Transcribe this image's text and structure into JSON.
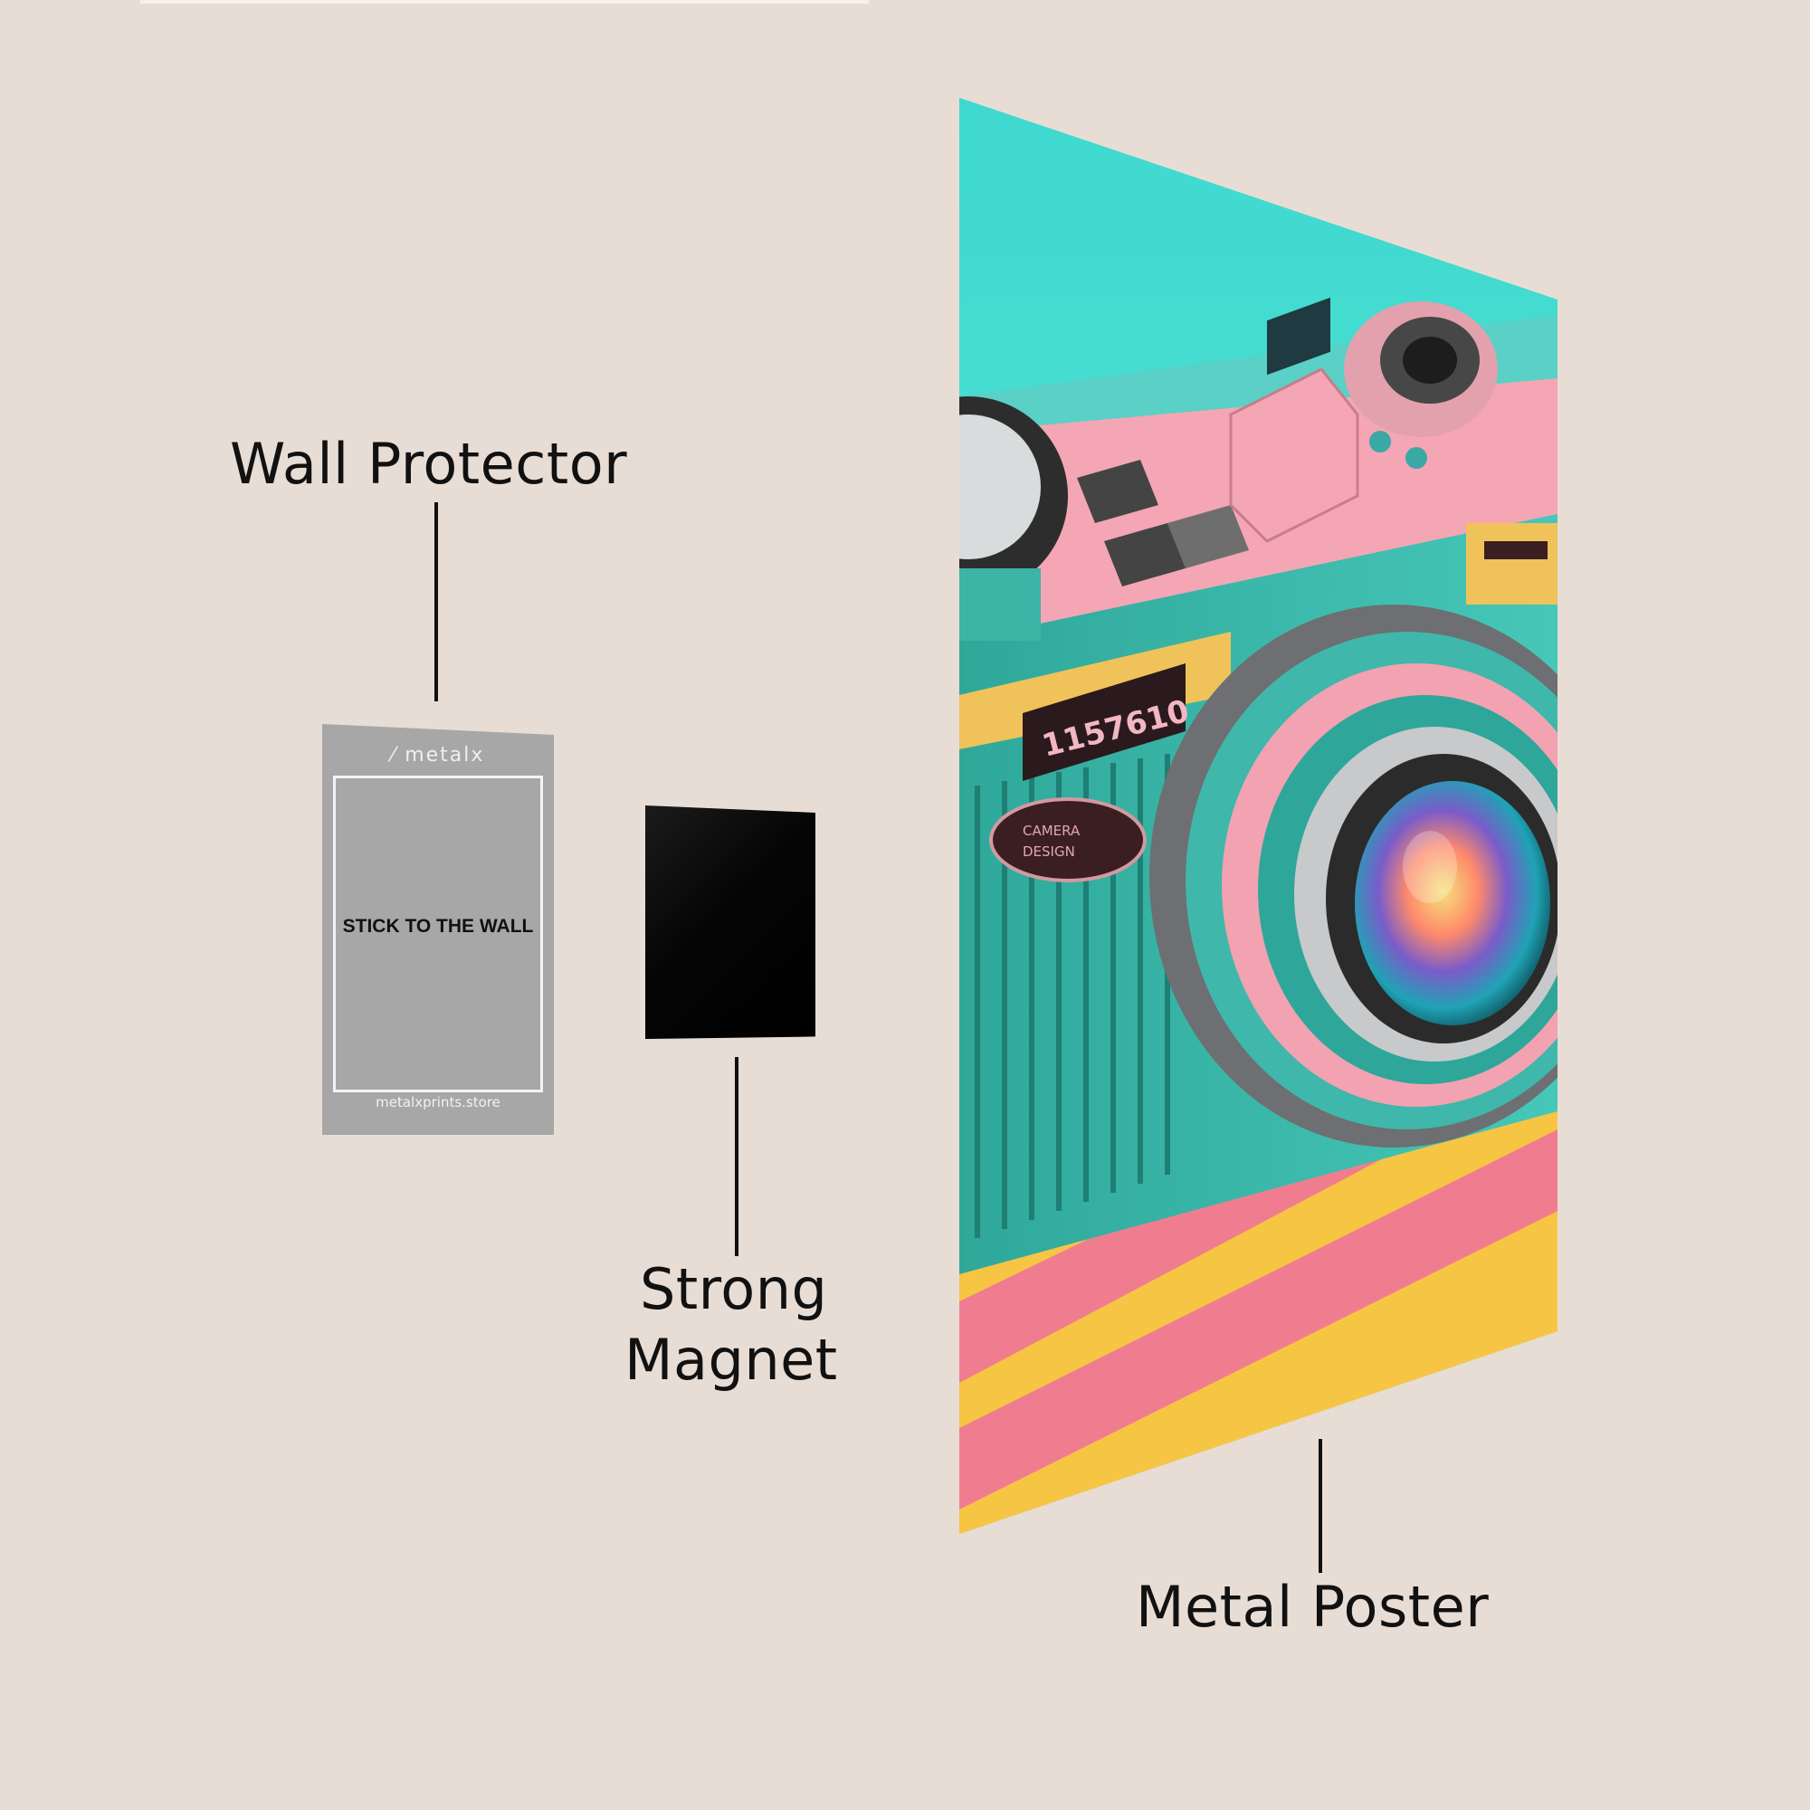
{
  "labels": {
    "wall_protector": "Wall Protector",
    "strong_magnet_line1": "Strong",
    "strong_magnet_line2": "Magnet",
    "metal_poster": "Metal Poster"
  },
  "protector_card": {
    "brand": "metalx",
    "instruction": "STICK TO THE WALL",
    "url": "metalxprints.store"
  },
  "poster_print": {
    "camera_counter": "1157610",
    "badge_line1": "CAMERA",
    "badge_line2": "DESIGN"
  },
  "colors": {
    "background": "#e8ddd5",
    "protector": "#a7a7a7",
    "magnet": "#000000",
    "poster_teal": "#3ed7cc",
    "poster_pink": "#f4a6b4",
    "poster_yellow": "#f7c544"
  },
  "icons": {
    "brand_logo": "metalx-logo-icon"
  }
}
